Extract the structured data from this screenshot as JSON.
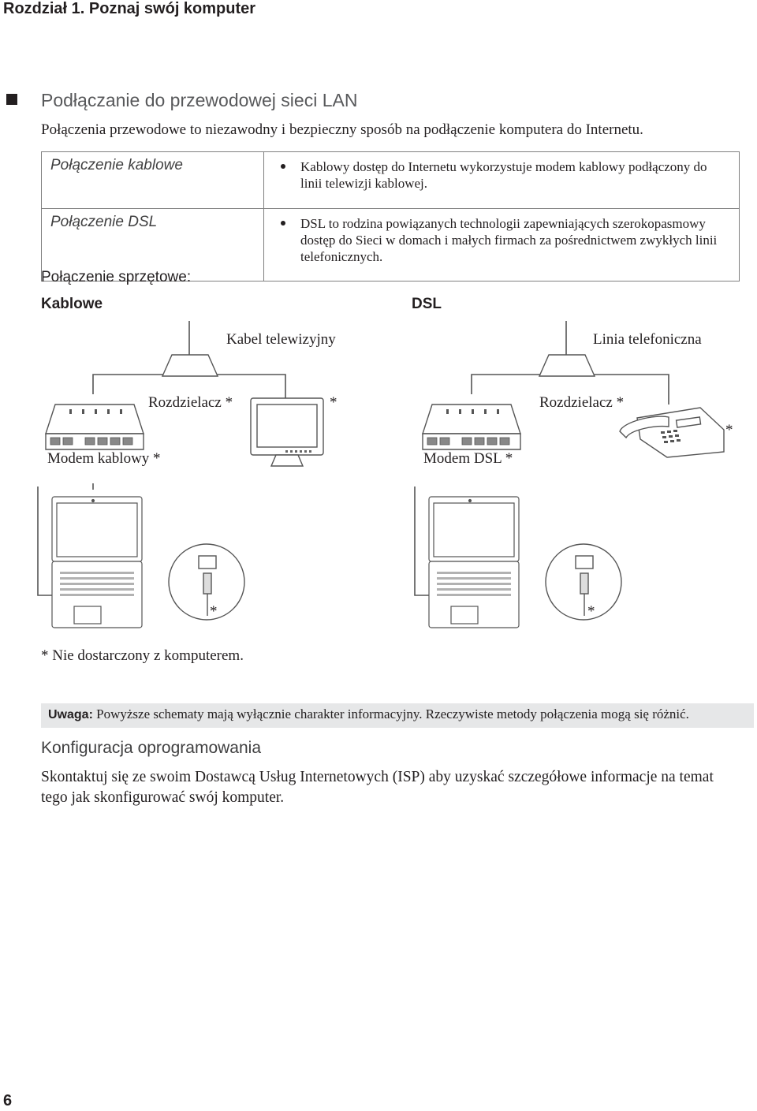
{
  "header": {
    "chapter": "Rozdział 1. Poznaj swój komputer"
  },
  "section": {
    "title": "Podłączanie do przewodowej sieci LAN",
    "intro": "Połączenia przewodowe to niezawodny i bezpieczny sposób na podłączenie komputera do Internetu."
  },
  "table": {
    "rows": [
      {
        "term": "Połączenie kablowe",
        "desc": "Kablowy dostęp do Internetu wykorzystuje modem kablowy podłączony do linii telewizji kablowej."
      },
      {
        "term": "Połączenie DSL",
        "desc": "DSL to rodzina powiązanych technologii zapewniających szerokopasmowy dostęp do Sieci w domach i małych firmach za pośrednictwem zwykłych linii telefonicznych."
      }
    ]
  },
  "hardware": {
    "title": "Połączenie sprzętowe:",
    "left_label": "Kablowe",
    "right_label": "DSL"
  },
  "diagram": {
    "cable_line": "Kabel telewizyjny",
    "splitter_left": "Rozdzielacz *",
    "monitor_star": "*",
    "modem_cable": "Modem kablowy *",
    "phone_line": "Linia telefoniczna",
    "splitter_right": "Rozdzielacz *",
    "phone_star": "*",
    "modem_dsl": "Modem DSL *",
    "cable_star_left": "*",
    "cable_star_right": "*"
  },
  "footnote": "* Nie dostarczony z komputerem.",
  "note": {
    "label": "Uwaga:",
    "text": "Powyższe schematy mają wyłącznie charakter informacyjny. Rzeczywiste metody połączenia mogą się różnić."
  },
  "software": {
    "title": "Konfiguracja oprogramowania",
    "body": "Skontaktuj się ze swoim Dostawcą Usług Internetowych (ISP) aby uzyskać szczegółowe informacje na temat tego jak skonfigurować swój komputer."
  },
  "page_number": "6"
}
